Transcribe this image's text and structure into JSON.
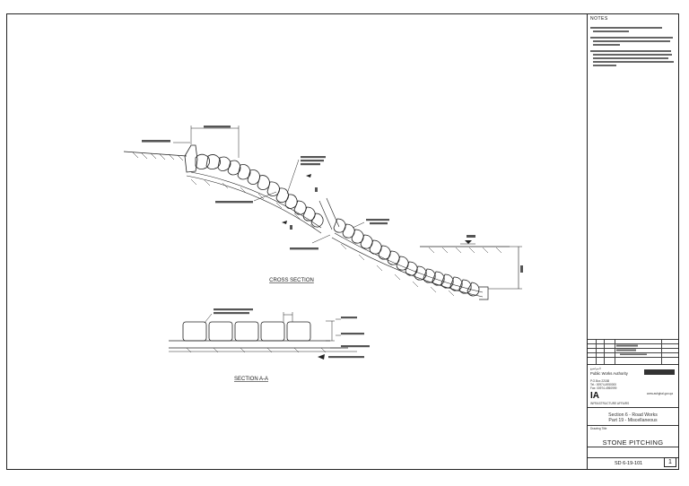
{
  "notes": {
    "title": "NOTES"
  },
  "titleblock": {
    "authority": "Public Works Authority",
    "po_box": "P.O.Box 22188",
    "tel": "Tel.: 00974-4950000",
    "fax": "Fax: 00974-4950999",
    "website": "www.ashghal.gov.qa",
    "logo_text": "IA",
    "office": "INFRASTRUCTURE AFFAIRS",
    "section_line1": "Section 6 - Road Works",
    "section_line2": "Part 19 - Miscellaneous",
    "drawing_title_label": "Drawing Title",
    "drawing_title": "STONE PITCHING",
    "drawing_no": "SD 6-19-101",
    "sheet": "1"
  },
  "drawing": {
    "cross_section_label": "CROSS SECTION",
    "section_aa_label": "SECTION A-A",
    "marker_a": "A"
  },
  "colors": {
    "ink": "#222222",
    "paper": "#ffffff"
  }
}
